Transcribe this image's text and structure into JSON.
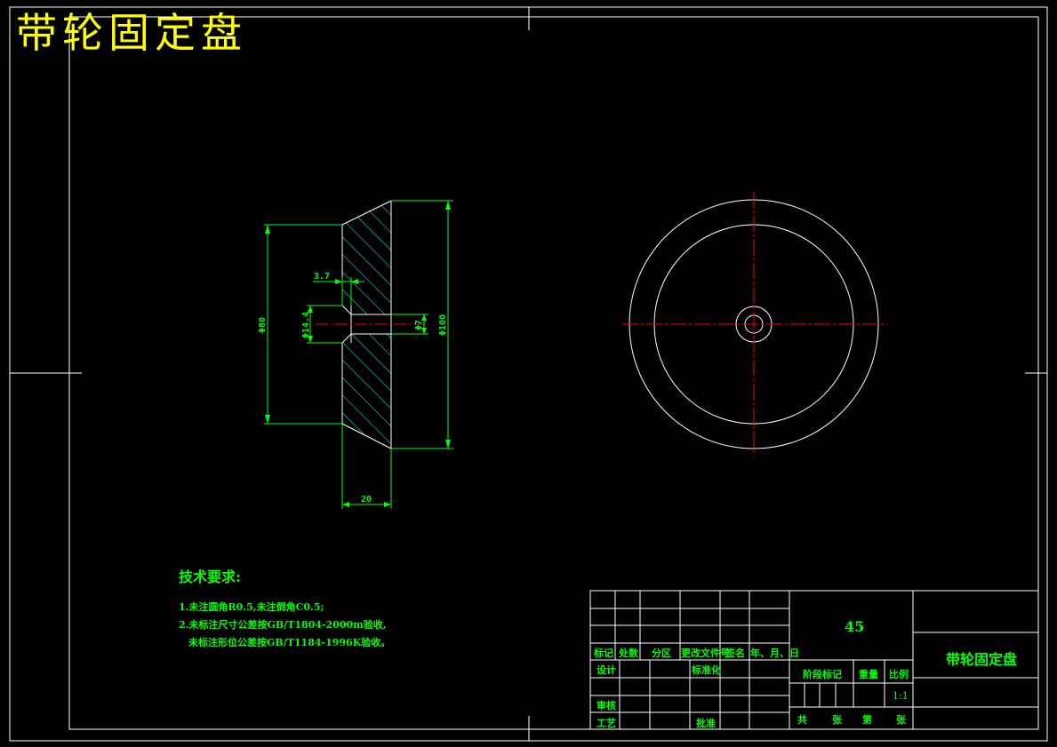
{
  "title": "带轮固定盘",
  "dimensions": {
    "d80": "Φ80",
    "d100": "Φ100",
    "d14_4": "Φ14.4",
    "d7": "Φ7",
    "depth": "3.7",
    "width": "20"
  },
  "tech_requirements": {
    "heading": "技术要求:",
    "line1": "1.未注圆角R0.5,未注倒角C0.5;",
    "line2": "2.未标注尺寸公差按GB/T1804-2000m验收,",
    "line3": "未标注形位公差按GB/T1184-1996K验收。"
  },
  "title_block": {
    "material": "45",
    "part_name": "带轮固定盘",
    "h_mark": "标记",
    "h_count": "处数",
    "h_zone": "分区",
    "h_docno": "更改文件号",
    "h_sign": "签名",
    "h_date": "年、月、日",
    "design": "设计",
    "standardize": "标准化",
    "review": "审核",
    "process": "工艺",
    "approve": "批准",
    "stage_mark": "阶段标记",
    "weight": "重量",
    "scale_label": "比例",
    "scale": "1:1",
    "total": "共",
    "sheets": "张",
    "page": "第",
    "page_unit": "张"
  },
  "colors": {
    "outline": "#ffffff",
    "dimension": "#00ff00",
    "hatch": "#00ffff",
    "centerline": "#ff0000",
    "title": "#ffff00"
  }
}
